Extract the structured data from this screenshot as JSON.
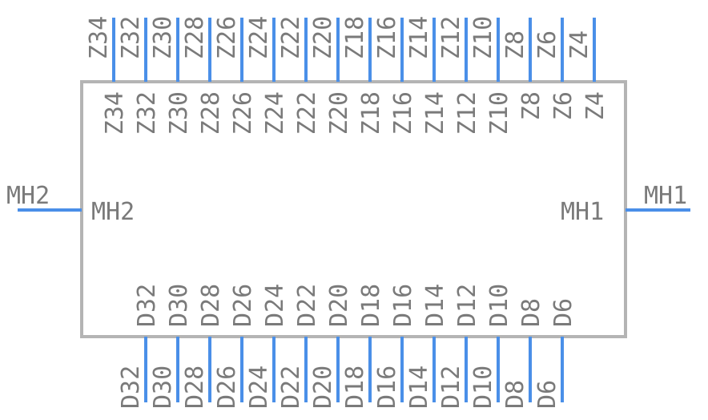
{
  "component": {
    "top_pins": [
      "Z34",
      "Z32",
      "Z30",
      "Z28",
      "Z26",
      "Z24",
      "Z22",
      "Z20",
      "Z18",
      "Z16",
      "Z14",
      "Z12",
      "Z10",
      "Z8",
      "Z6",
      "Z4"
    ],
    "bottom_pins": [
      "D32",
      "D30",
      "D28",
      "D26",
      "D24",
      "D22",
      "D20",
      "D18",
      "D16",
      "D14",
      "D12",
      "D10",
      "D8",
      "D6"
    ],
    "left_pin": "MH2",
    "right_pin": "MH1"
  },
  "colors": {
    "pin_line": "#4a8fe8",
    "outline": "#b4b4b4",
    "label": "#7a7a7a"
  }
}
